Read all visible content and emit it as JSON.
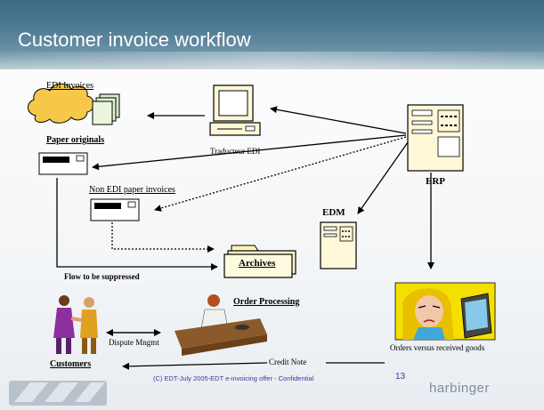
{
  "slide": {
    "title": "Customer invoice workflow",
    "footer": "(C) EDT-July 2005-EDT e-invoicing offer - Confidential",
    "page_number": "13",
    "brand": "harbinger"
  },
  "diagram": {
    "nodes": {
      "edi_invoices": "EDI Invoices",
      "paper_originals": "Paper originals",
      "traducteur_edi": "Traducteur EDI",
      "erp": "ERP",
      "non_edi": "Non EDI paper invoices",
      "edm": "EDM",
      "archives": "Archives",
      "flow_suppressed": "Flow to be suppressed",
      "order_processing": "Order Processing",
      "dispute": "Dispute Mngmt",
      "customers": "Customers",
      "credit_note": "Credit Note",
      "orders_vs": "Orders versus received goods"
    }
  }
}
